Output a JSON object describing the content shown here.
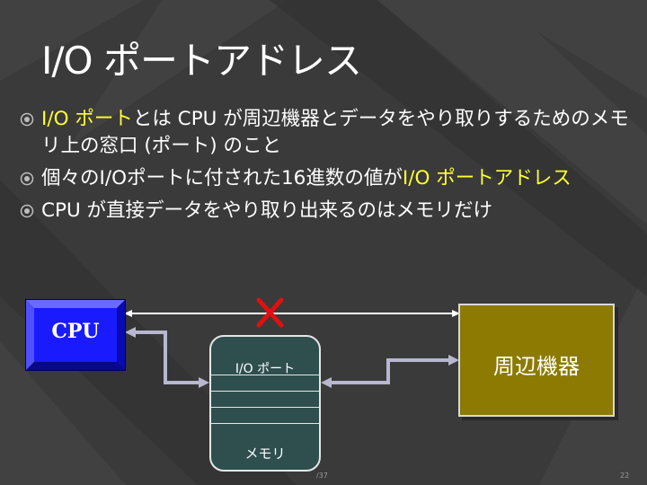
{
  "slide": {
    "title": "I/O ポートアドレス",
    "bullets": [
      {
        "parts": [
          {
            "text": "I/O ポート",
            "highlight": true
          },
          {
            "text": "とは  CPU が周辺機器とデータをやり取りするためのメモリ上の窓口  (ポート) のこと",
            "highlight": false
          }
        ]
      },
      {
        "parts": [
          {
            "text": "個々のI/Oポートに付された16進数の値が",
            "highlight": false
          },
          {
            "text": "I/O ポートアドレス",
            "highlight": true
          }
        ]
      },
      {
        "parts": [
          {
            "text": "CPU が直接データをやり取り出来るのはメモリだけ",
            "highlight": false
          }
        ]
      }
    ],
    "bullet_icon": "circle-bullet-icon",
    "highlight_color": "#ffff33"
  },
  "diagram": {
    "cpu_label": "CPU",
    "peripheral_label": "周辺機器",
    "io_port_label": "I/O ポート",
    "memory_label": "メモリ",
    "cross_icon": "red-x-icon"
  },
  "footer": {
    "total": "/37",
    "page": "22"
  },
  "colors": {
    "background": "#3a3a3a",
    "cpu": "#1a1aff",
    "peripheral": "#8c7a02",
    "memory": "#2f4f4f",
    "cross": "#e01010"
  }
}
